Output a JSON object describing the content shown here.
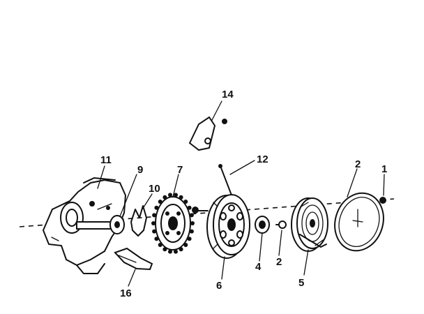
{
  "labels": {
    "p1": "1",
    "p2a": "2",
    "p2b": "2",
    "p4": "4",
    "p5": "5",
    "p6": "6",
    "p7": "7",
    "p9": "9",
    "p10": "10",
    "p11": "11",
    "p12": "12",
    "p14": "14",
    "p16": "16"
  },
  "colors": {
    "ink": "#111111",
    "background": "#ffffff"
  }
}
